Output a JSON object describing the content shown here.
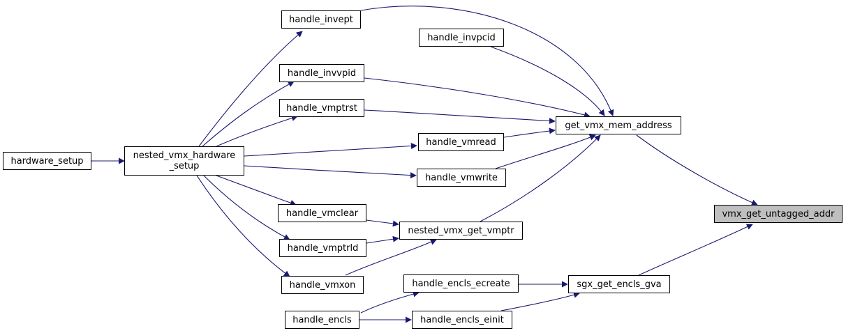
{
  "colors": {
    "edge": "#191970",
    "node_border": "#000000",
    "highlight_fill": "#bfbfbf"
  },
  "nodes": {
    "hardware_setup": "hardware_setup",
    "nested_vmx_hardware_setup": "nested_vmx_hardware\n_setup",
    "handle_invept": "handle_invept",
    "handle_invvpid": "handle_invvpid",
    "handle_vmptrst": "handle_vmptrst",
    "handle_vmclear": "handle_vmclear",
    "handle_vmptrld": "handle_vmptrld",
    "handle_vmxon": "handle_vmxon",
    "handle_invpcid": "handle_invpcid",
    "handle_vmread": "handle_vmread",
    "handle_vmwrite": "handle_vmwrite",
    "nested_vmx_get_vmptr": "nested_vmx_get_vmptr",
    "handle_encls_ecreate": "handle_encls_ecreate",
    "handle_encls": "handle_encls",
    "handle_encls_einit": "handle_encls_einit",
    "get_vmx_mem_address": "get_vmx_mem_address",
    "sgx_get_encls_gva": "sgx_get_encls_gva",
    "vmx_get_untagged_addr": "vmx_get_untagged_addr"
  }
}
